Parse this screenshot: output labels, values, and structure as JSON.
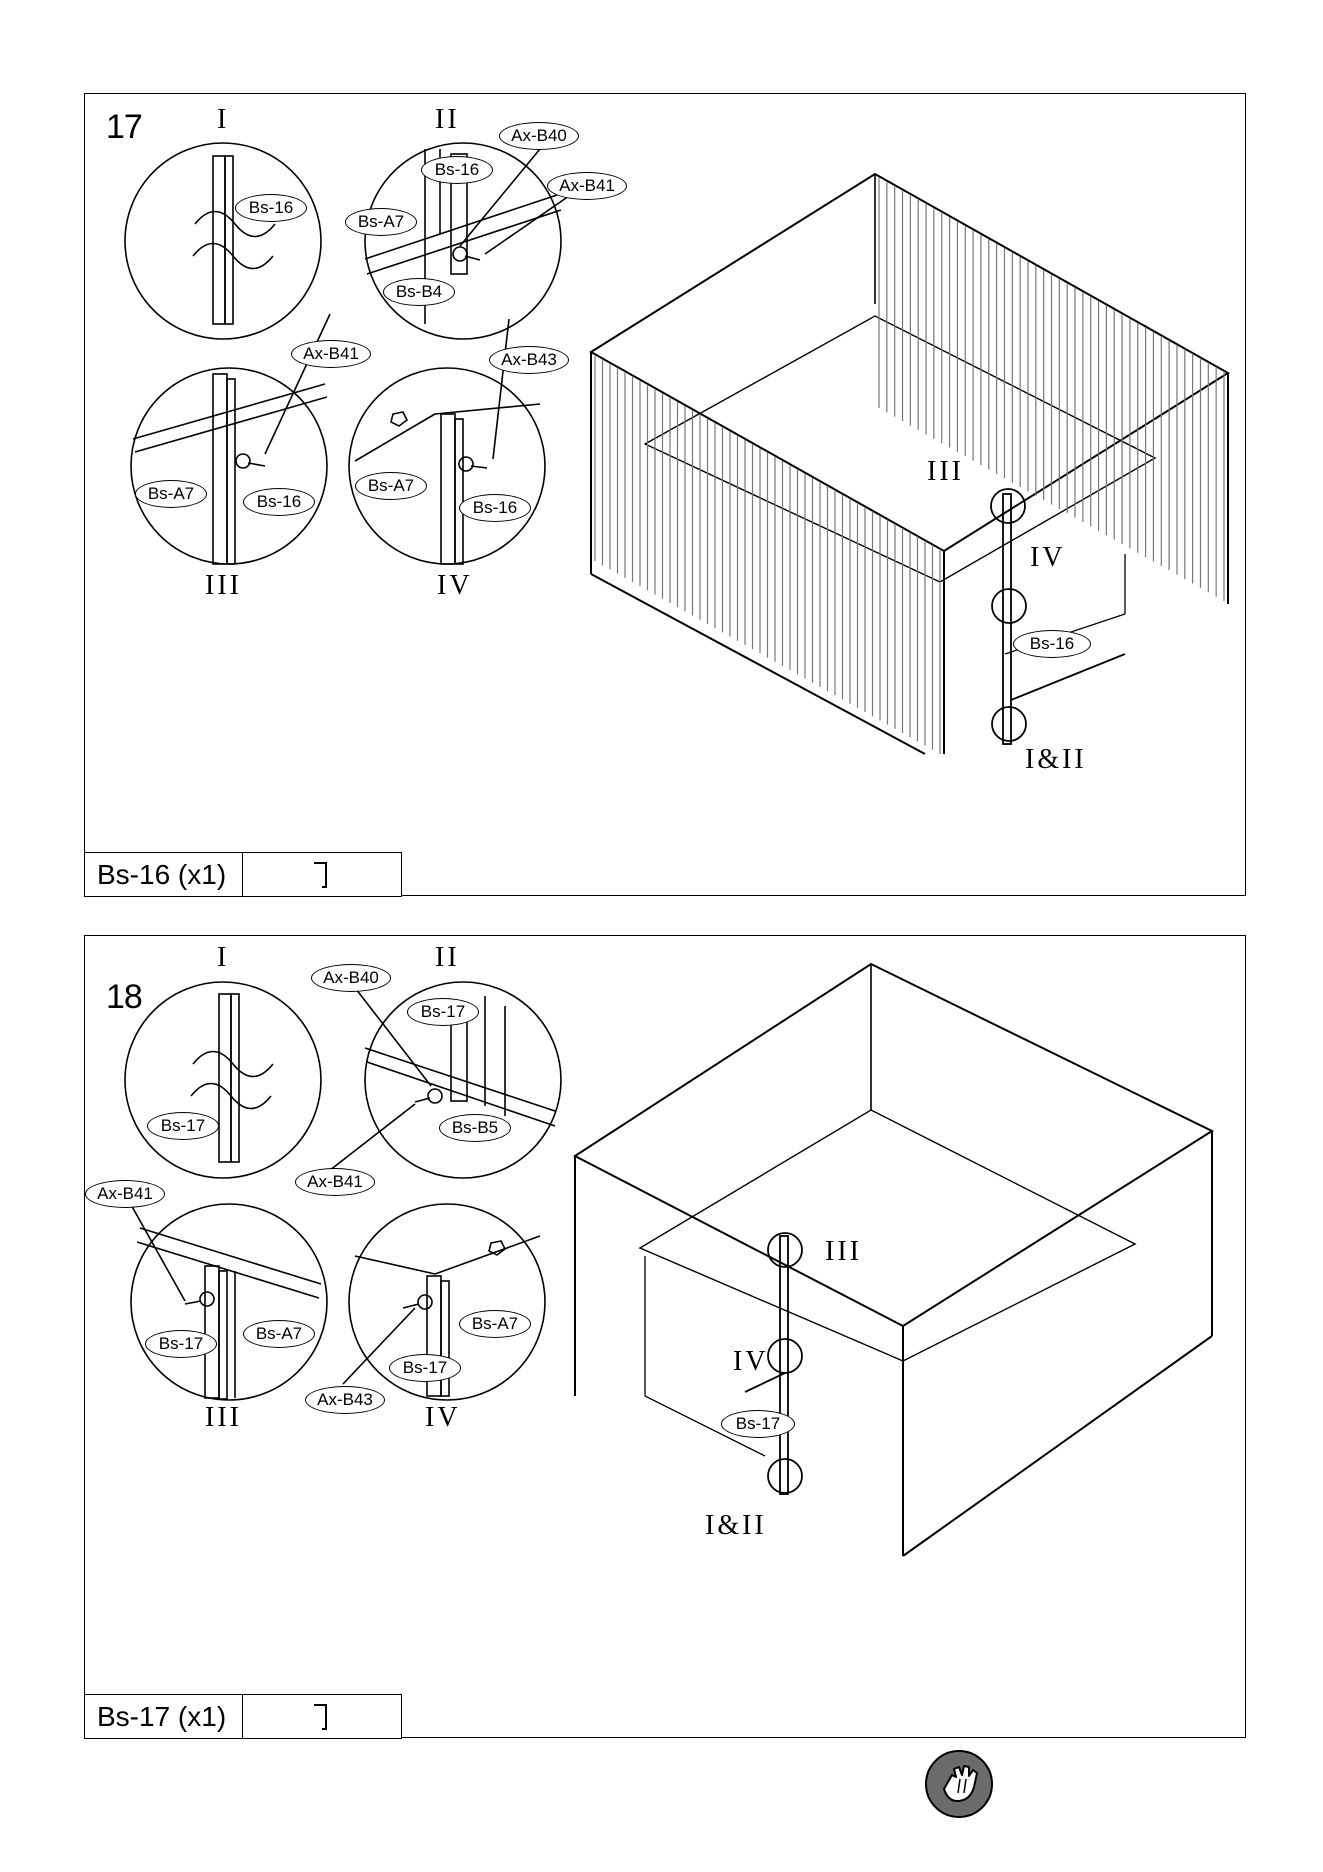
{
  "steps": [
    {
      "number": "17",
      "romans": {
        "i": "I",
        "ii": "II",
        "iii": "III",
        "iv": "IV"
      },
      "main_labels": {
        "iii": "III",
        "iv": "IV",
        "i_ii": "I&II"
      },
      "tags": {
        "d1_part": "Bs-16",
        "d2_part": "Bs-16",
        "d2_screw_a": "Ax-B40",
        "d2_screw_b": "Ax-B41",
        "d2_panel": "Bs-A7",
        "d2_base": "Bs-B4",
        "d3_screw": "Ax-B41",
        "d3_panel": "Bs-A7",
        "d3_part": "Bs-16",
        "d4_screw": "Ax-B43",
        "d4_panel": "Bs-A7",
        "d4_part": "Bs-16",
        "main_part": "Bs-16"
      },
      "parts_list": "Bs-16 (x1)"
    },
    {
      "number": "18",
      "romans": {
        "i": "I",
        "ii": "II",
        "iii": "III",
        "iv": "IV"
      },
      "main_labels": {
        "iii": "III",
        "iv": "IV",
        "i_ii": "I&II"
      },
      "tags": {
        "d1_part": "Bs-17",
        "d2_screw_a": "Ax-B40",
        "d2_part": "Bs-17",
        "d2_base": "Bs-B5",
        "d2_screw_b": "Ax-B41",
        "d3_screw": "Ax-B41",
        "d3_part": "Bs-17",
        "d3_panel": "Bs-A7",
        "d4_panel": "Bs-A7",
        "d4_part": "Bs-17",
        "d4_screw": "Ax-B43",
        "main_part": "Bs-17"
      },
      "parts_list": "Bs-17 (x1)"
    }
  ],
  "footer": {
    "icon": "glove-icon"
  }
}
